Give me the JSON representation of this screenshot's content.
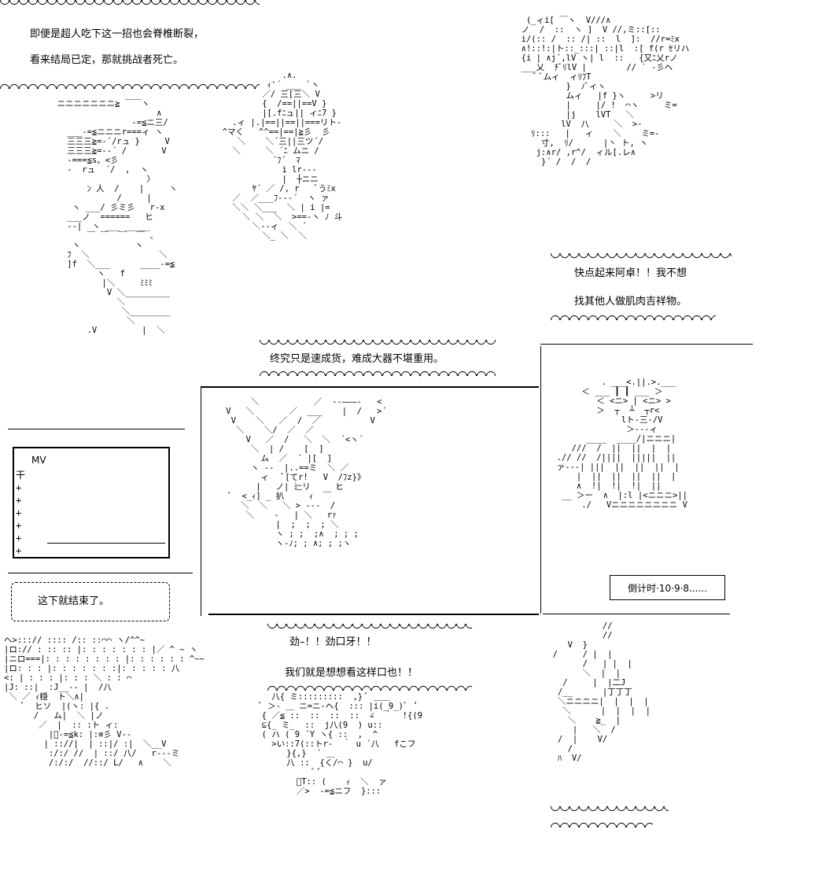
{
  "bubbles": {
    "top_left_line1": "即便是超人吃下这一招也会脊椎断裂，",
    "top_left_line2": "看来结局已定，那就挑战者死亡。",
    "right_line1": "快点起来阿卓！！我不想",
    "right_line2": "找其他人做肌肉吉祥物。",
    "center_caption": "终究只是速成货，难成大器不堪重用。",
    "lower_left": "这下就结束了。",
    "lower_center_line1": "劲–！！劲口牙！！",
    "lower_center_line2": "我们就是想想看这样口也！！",
    "countdown": "倒计时·10·9·8......",
    "mv_label": "MV"
  },
  "aa_art": {
    "top_left": "  ニニニニニニニ≧ ￣￣ヽ\n                      ∧\n                 -=≦ニ三/\n    ___-=≦ニニニr===ィ ヽ\n    三三三≧=-´/rュ }     V\n    三三三≧=-‐´ /       V\n    -===≦s。<彡\n    -  rュ  ´/  ,  ヽ\n                    〉\n        ﾝ 人  /    |     ヽ\n              /     |\n     ヽ ___/ 彡ミ彡   r-x\n    ___ノ  ======   ヒ\n    --|  ヽ ___ _____\n        ￣ ￣  ￣  ￣ 、\n     ヽ           ヽ\n    ﾌ  ＼              ＼\n    ]f  ＼___      ____-=≦\n          ヽ   f\n           |＼     ﾐﾐﾐ\n            V ＼_________\n              ＼\n               ＼________\n                ＼\n        .V         |  ＼",
    "top_center": "              .∧.\n           ｨ'´ ___ `ヽ\n          ／/ 三[三＼ V\n          {  /==||==V }\n          |[.fﾆュ|| ィﾆ7 }\n    .ィ |.|==||==||===リト-\n  ^マく   ^^==|==|≧彡  彡\n     ＼    ＼´三||三ツ´/\n    ＼     ＼ ´ﾆ ムニ /\n            ´ﾌ´  ﾏ\n              i lr---\n              |  ┼ニニ\n        ﾔ´ ／ /, r   ﾞうﾐx\n    ／  ／___ﾌ---´  ヽ ァ\n    ＼＼ ＼___  ＼ | i |=\n      ＼ ＼  ＼  >==-ヽ ﾉ 斗\n        ＼--ィ  ＼ ´\n          ＼_ ＼  ＼",
    "top_right": "   (_ィi[ ￣ヽ  V///∧  \n  ノ  /  ::  ヽ ]  V //,ミ::[::\n  i/(:: /  :: /| ::  l  ]:  //r=ﾐx\n  ∧!::!:|ト::_:::| ::|l  :[ f(r ｾリハ\n  {i | ∧j´,lV ヽ| l  ::   {又ﾆ乂rノ \n  ___乂  ﾁﾞﾘlV |        // ` -彡ヘ\n     ﾞ ﾞムィ  ィﾘﾌT\n           }  ﾉﾞィヽ\n           ムィ   |f }ヽ     >リ\n           |     |/ !  ⌒ヽ     ミ=\n           |j    lVT   ＼\n          lV  八     ＼  >-\n    ﾘ:::   |   ィ    ＼    ミ=-\n      寸,  ﾘ/      |丶 ト, ヽ\n     j:∧r/ ,r^/  ィル[.レ∧\n      }´ /  /  /",
    "center_panel": "         ＼           ／  -‐―――-   <\n    V   ＼       ／  ___    |  /   >´\n     V    ＼   ／  /  ／          V\n      ＼    ＼/  ／  ／\n        V   ／  /   ＼  ＼  ´<ヽ´\n         ＼  | /    [  ]  \n           ム  ／  ´ |[  ]  \n         ヽ --  |..==ミ  ＼ ／\n           ィ   ﾞ[てr!   V  /ﾌz}》\n          |   ノ| 辷リ     ヒ\n     ﾞ  <_ｨ] _ 扒     ｨ  ￣\n       ＼  ＼   ＼ > ---  /\n        ＼    -   | ＼   rｧ\n              |  ;  ;  ; ＼\n              ヽ ; ;  ;∧  ; ; ;\n              ヽ-ﾉ; ; ∧; ; ;ヽ",
    "right_mid": "           . ___<.||.>.___\n       ＜ ___ ┃ ┃ ___ ＞\n          ＜ <ニ> | <ニ> >\n          ＞  ┬  ┴  ┬r<\n               lト-三-/V\n                ＞---ィ\n        ____  ____/|ニニニ|\n     ///  /  ||  ||  |  |\n  .// //  /||||  |||||  ||\n  ァ---| |||  ||  ||  ||  |\n      |  ||  ||  ||  ||  |\n      ∧  !|  !|  !|  ||\n   __ ＞ー  ∧  |:l |<ニニニ>||\n       ./   Vニニニニニニニニ V",
    "mv_art": "干\n+\n+\n+\n+\n+\n+",
    "lower_left": "ヘ>:::// :::: /:: ::⌒⌒ ヽ/^^~\n|ロ:// : :: :: |: : : : : : : |／ ^ ~ ヽ\n|ニロ===|: : : : : : : : |: : : : : : ^~~\n|ロ: : : |: : : : : : :|: : : : : 八\n<: | : : : |: : : ＼ : : ⌒\n|J: ::|  :J__-- |  /八\n ＼ ／ ｨ穏  ト＼∧|\n    ﾞ  ヒソ  |(ヽ: |{ .\n      /   ム|  ＼ |ノ\n       ／  |  :: :ト ィ:\n         |ﾞ-=≦k: |:≡彡 V--\n        | :://|  | ::|/ :|  ＼__V\n         :/:/ //  | ::/ 八/   r---ミ\n         /:/:/  //::/ L/   ∧    ＼",
    "lower_center": "    八{ ミ:::::::::  ,} ﾞ ＿＿\n  ﾞ ＞- ＿ ニ=ニ-ヘ{  ::: |i(_9_)ﾞ  ﾟ\n  { ／≦ ::  ::  ::  ::  ∠  ｀  !{(9\n  ⊆{_ ミ_  ::  j八(9  ) u::\n  ( ハ ( 9 ´Y ヽ{ ::  ,  ^ \n    >い::7(::トr-  ｀ u ´八   fこフ\n       }{,}  ´ ＿\n       八 ::  {く/⌒ }  u/\n            ﾞ ﾟ\n         ﾞT:: (    ｨ  ＼  ァ\n         ／>  -=≦ニフ  }:::",
    "lower_right": "            //\n            //\n     V  }\n  /     / |  |\n        /   | |  |\n        ＼  |  |\n    /     |  |二J\n   /__      |丁丁丁\n   ＼ニニニニ|  |  |  |\n    ＼      |  |  |  |\n     ＼    ≧_  |\n      |   ＼  /\n   /  |    V/  \n     /\n   ﾊ  V/"
  }
}
